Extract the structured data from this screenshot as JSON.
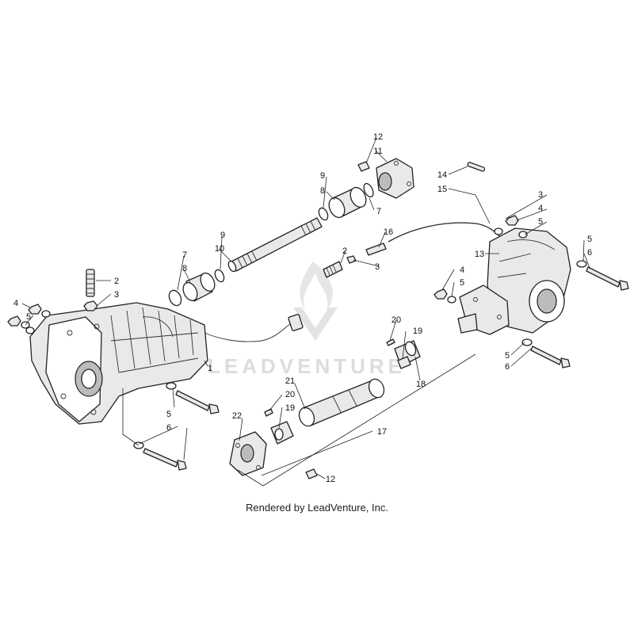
{
  "callouts": {
    "c1": "1",
    "c2a": "2",
    "c2b": "2",
    "c3a": "3",
    "c3b": "3",
    "c3c": "3",
    "c4a": "4",
    "c4b": "4",
    "c4c": "4",
    "c5a": "5",
    "c5b": "5",
    "c5c": "5",
    "c5d": "5",
    "c5e": "5",
    "c5f": "5",
    "c6a": "6",
    "c6b": "6",
    "c6c": "6",
    "c7a": "7",
    "c7b": "7",
    "c8a": "8",
    "c8b": "8",
    "c9a": "9",
    "c9b": "9",
    "c10": "10",
    "c11": "11",
    "c12a": "12",
    "c12b": "12",
    "c13": "13",
    "c14": "14",
    "c15": "15",
    "c16": "16",
    "c17": "17",
    "c18": "18",
    "c19a": "19",
    "c19b": "19",
    "c20a": "20",
    "c20b": "20",
    "c21": "21",
    "c22": "22"
  },
  "watermark": "LEADVENTURE",
  "credit": "Rendered by LeadVenture, Inc.",
  "colors": {
    "line": "#222222",
    "fill": "#e9e9e9",
    "watermark": "#dcdcdc"
  }
}
